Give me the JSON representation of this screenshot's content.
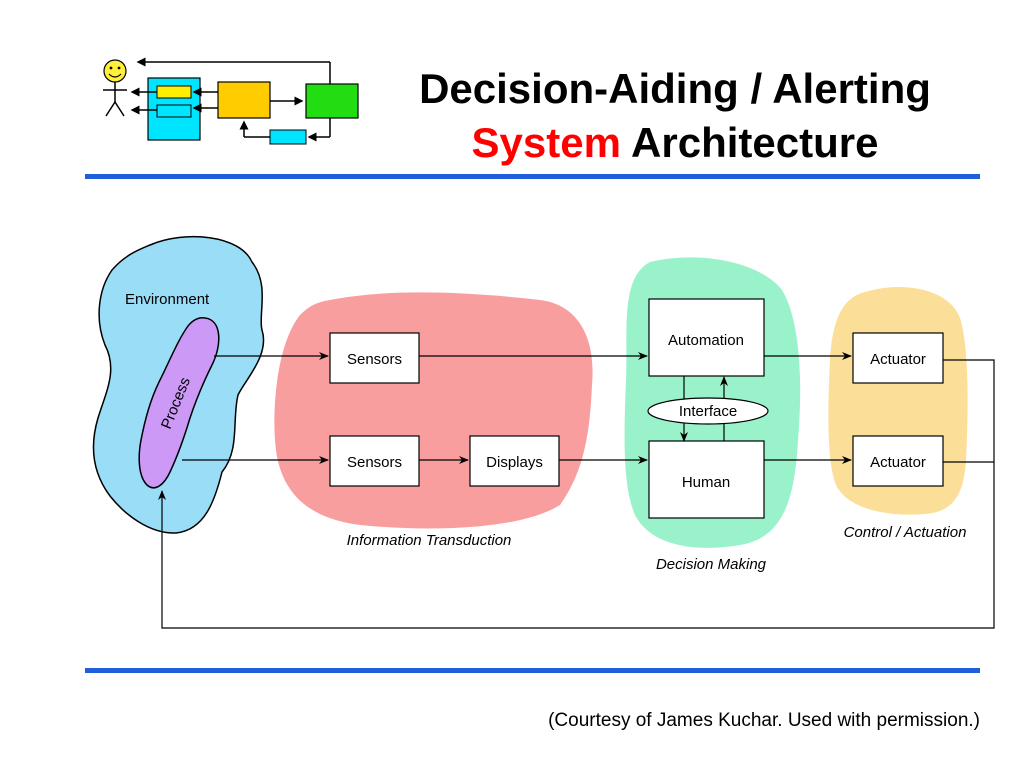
{
  "header": {
    "title_line1": "Decision-Aiding / Alerting",
    "title_line2_highlight": "System",
    "title_line2_rest": " Architecture",
    "highlight_color": "#ff0000",
    "rule_color": "#1f5fdc"
  },
  "logo": {
    "icon": "smiley-person-feedback-loop-icon"
  },
  "diagram": {
    "environment_label": "Environment",
    "process_label": "Process",
    "sensors_top": "Sensors",
    "sensors_bottom": "Sensors",
    "displays": "Displays",
    "automation": "Automation",
    "interface": "Interface",
    "human": "Human",
    "actuator_top": "Actuator",
    "actuator_bottom": "Actuator",
    "caption_information": "Information Transduction",
    "caption_decision": "Decision Making",
    "caption_control": "Control / Actuation",
    "colors": {
      "environment": "#99ddf7",
      "process": "#cc99f7",
      "information": "#f99e9e",
      "decision": "#99f2c9",
      "control": "#fbdf99"
    }
  },
  "footer": {
    "courtesy": "(Courtesy of James Kuchar. Used with permission.)"
  }
}
